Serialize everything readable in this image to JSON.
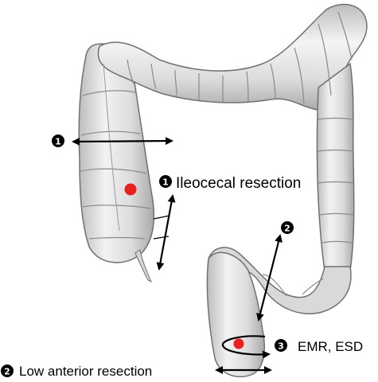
{
  "colors": {
    "colon_fill": "#e4e4e4",
    "colon_shade": "#b8b8b8",
    "colon_outline": "#6e6e6e",
    "lesion": "#e8211f",
    "arrow": "#000000"
  },
  "annotations": {
    "marker_1_top": {
      "number": "1"
    },
    "marker_1_label": {
      "number": "1",
      "text": "Ileocecal resection"
    },
    "marker_2_top": {
      "number": "2"
    },
    "marker_2_label": {
      "number": "2",
      "text": "Low anterior resection"
    },
    "marker_3_label": {
      "number": "3",
      "text": "EMR, ESD"
    }
  }
}
